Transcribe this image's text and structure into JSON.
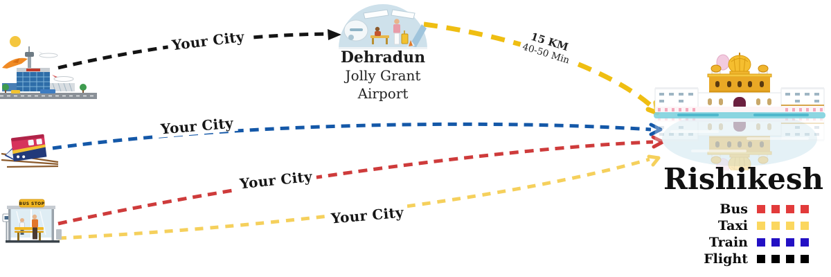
{
  "routes": {
    "flight": {
      "label": "Your City",
      "color": "#141414"
    },
    "train": {
      "label": "Your City",
      "color": "#1458A8"
    },
    "bus": {
      "label": "Your City",
      "color": "#CE3B3B"
    },
    "taxi": {
      "label": "Your City",
      "color": "#F5D05C"
    },
    "airport_transfer": {
      "distance": "15 KM",
      "duration": "40-50 Min",
      "color": "#EFBE12"
    }
  },
  "airport_stop": {
    "title": "Dehradun",
    "line2": "Jolly Grant",
    "line3": "Airport"
  },
  "destination": {
    "name": "Rishikesh"
  },
  "legend": {
    "items": [
      {
        "label": "Bus",
        "color": "#E23B3B"
      },
      {
        "label": "Taxi",
        "color": "#FBD75F"
      },
      {
        "label": "Train",
        "color": "#2310C4"
      },
      {
        "label": "Flight",
        "color": "#000000"
      }
    ]
  },
  "illustrations": {
    "origin_airport": "city-airport",
    "terminal": "dehradun-jolly-grant-airport-terminal",
    "train": "express-train",
    "bus_stop": "bus-stop-shelter",
    "bus_stop_sign": "BUS STOP",
    "destination_temple": "rishikesh-riverside-temple"
  }
}
